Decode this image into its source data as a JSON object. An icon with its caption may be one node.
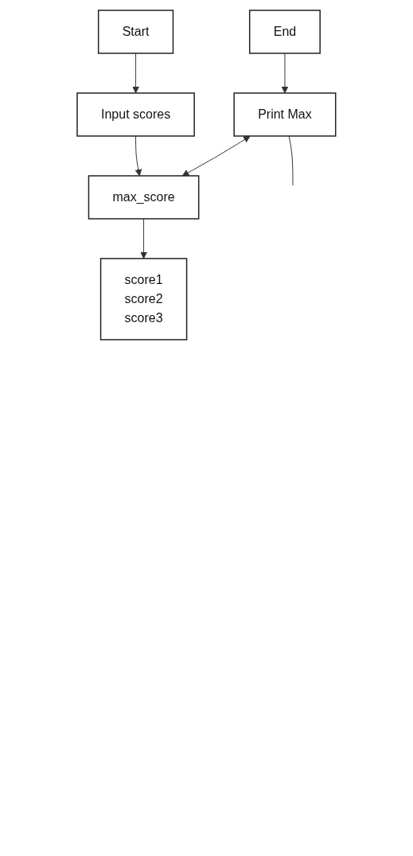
{
  "diagram": {
    "nodes": [
      {
        "text": [
          "Start"
        ]
      },
      {
        "text": [
          "End"
        ]
      },
      {
        "text": [
          "Input scores"
        ]
      },
      {
        "text": [
          "Print Max"
        ]
      },
      {
        "text": [
          "max_score"
        ]
      },
      {
        "text": [
          "score1",
          "score2",
          "score3"
        ]
      }
    ],
    "edges": [
      {
        "from": 0,
        "to": 2,
        "arrow": "to"
      },
      {
        "from": 1,
        "to": 3,
        "arrow": "to"
      },
      {
        "from": 2,
        "to": 4,
        "arrow": "to"
      },
      {
        "from": 3,
        "to": 4,
        "arrow": "both"
      },
      {
        "from": 4,
        "to": 5,
        "arrow": "to"
      },
      {
        "from": 3,
        "to": null,
        "arrow": "none"
      }
    ]
  }
}
